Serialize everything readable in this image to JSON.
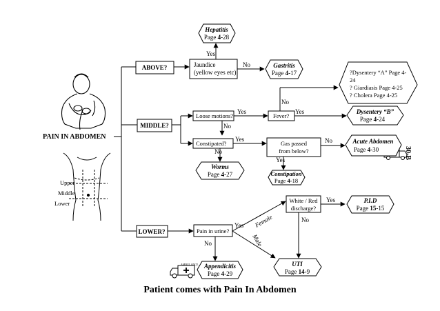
{
  "title": "Patient comes with Pain In Abdomen",
  "page_tag": "30-B",
  "start": "PAIN IN ABDOMEN",
  "regions": {
    "upper": "Upper",
    "middle": "Middle",
    "lower": "Lower"
  },
  "branches": {
    "above": "ABOVE?",
    "middle": "MIDDLE?",
    "lower": "LOWER?"
  },
  "questions": {
    "jaundice_1": "Jaundice",
    "jaundice_2": "(yellow eyes etc)",
    "loose": "Loose motions?",
    "fever": "Fever?",
    "constipated": "Constipated?",
    "gas_1": "Gas passed",
    "gas_2": "from below?",
    "urine": "Pain in urine?",
    "discharge_1": "White / Red",
    "discharge_2": "discharge?"
  },
  "answers": {
    "yes": "Yes",
    "no": "No",
    "female": "Female",
    "male": "Male"
  },
  "outcomes": {
    "hepatitis": {
      "name": "Hepatitis",
      "pre": "Page ",
      "page": "4-",
      "num": "28"
    },
    "gastritis": {
      "name": "Gastritis",
      "pre": "Page ",
      "page": "4-",
      "num": "17"
    },
    "dysentery_a": {
      "line1": "?Dysentery “A” Page 4-",
      "line2": "24",
      "line3": "? Giardiasis Page 4-25",
      "line4": "? Cholera Page 4-25"
    },
    "dysentery_b": {
      "name": "Dysentery “B”",
      "pre": "Page ",
      "page": "4-",
      "num": "24"
    },
    "acute": {
      "name": "Acute Abdomen",
      "pre": "Page ",
      "page": "4-",
      "num": "30"
    },
    "worms": {
      "name": "Worms",
      "pre": "Page ",
      "page": "4-",
      "num": "27"
    },
    "constipation": {
      "name": "Constipation",
      "pre": "Page ",
      "page": "4-",
      "num": "18"
    },
    "pid": {
      "name": "P.I.D",
      "pre": "Page ",
      "page": "15-",
      "num": "15"
    },
    "uti": {
      "name": "UTI",
      "pre": "Page ",
      "page": "14-",
      "num": "9"
    },
    "appendicitis": {
      "name": "Appendicitis",
      "pre": "Page ",
      "page": "4-",
      "num": "29"
    }
  }
}
